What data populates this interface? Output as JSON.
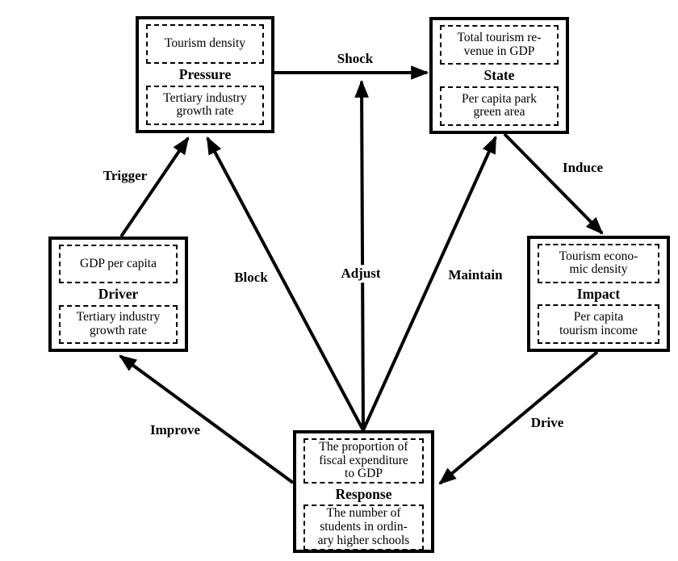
{
  "nodes": {
    "pressure": {
      "title": "Pressure",
      "top_indicator": "Tourism density",
      "bottom_indicator": "Tertiary industry\ngrowth rate"
    },
    "state": {
      "title": "State",
      "top_indicator": "Total tourism re-\nvenue in GDP",
      "bottom_indicator": "Per capita park\ngreen area"
    },
    "driver": {
      "title": "Driver",
      "top_indicator": "GDP per capita",
      "bottom_indicator": "Tertiary industry\ngrowth rate"
    },
    "impact": {
      "title": "Impact",
      "top_indicator": "Tourism econo-\nmic density",
      "bottom_indicator": "Per capita\ntourism income"
    },
    "response": {
      "title": "Response",
      "top_indicator": "The proportion of\nfiscal expenditure\nto GDP",
      "bottom_indicator": "The number of\nstudents in ordin-\nary higher schools"
    }
  },
  "edges": {
    "shock": {
      "label": "Shock",
      "from": "pressure",
      "to": "state"
    },
    "trigger": {
      "label": "Trigger",
      "from": "driver",
      "to": "pressure"
    },
    "block": {
      "label": "Block",
      "from": "response",
      "to": "pressure"
    },
    "adjust": {
      "label": "Adjust",
      "from": "response",
      "to": "shock-arrow"
    },
    "maintain": {
      "label": "Maintain",
      "from": "response",
      "to": "state"
    },
    "induce": {
      "label": "Induce",
      "from": "state",
      "to": "impact"
    },
    "improve": {
      "label": "Improve",
      "from": "response",
      "to": "driver"
    },
    "drive": {
      "label": "Drive",
      "from": "impact",
      "to": "response"
    }
  },
  "colors": {
    "line": "#000000",
    "background": "#ffffff"
  }
}
